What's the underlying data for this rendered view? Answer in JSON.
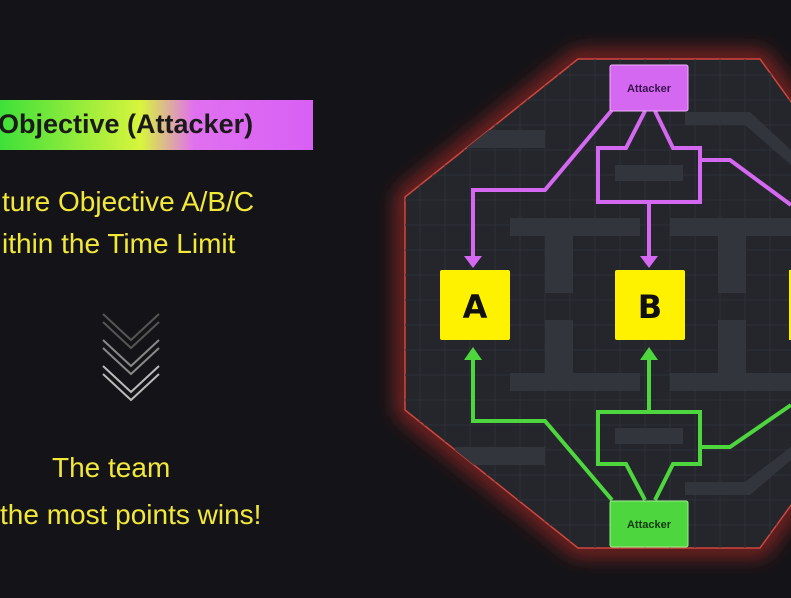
{
  "left_panel": {
    "mode_banner": "Objective (Attacker)",
    "goal_line1": "ture Objective A/B/C",
    "goal_line2": "ithin the Time Limit",
    "result_line1": "The team",
    "result_line2": "the most points wins!"
  },
  "map": {
    "top_spawn_label": "Attacker",
    "bottom_spawn_label": "Attacker",
    "objectives": [
      "A",
      "B"
    ]
  },
  "colors": {
    "purple_team": "#d468f0",
    "green_team": "#4ed63e",
    "objective": "#fff200",
    "border_glow": "#c0302a"
  }
}
